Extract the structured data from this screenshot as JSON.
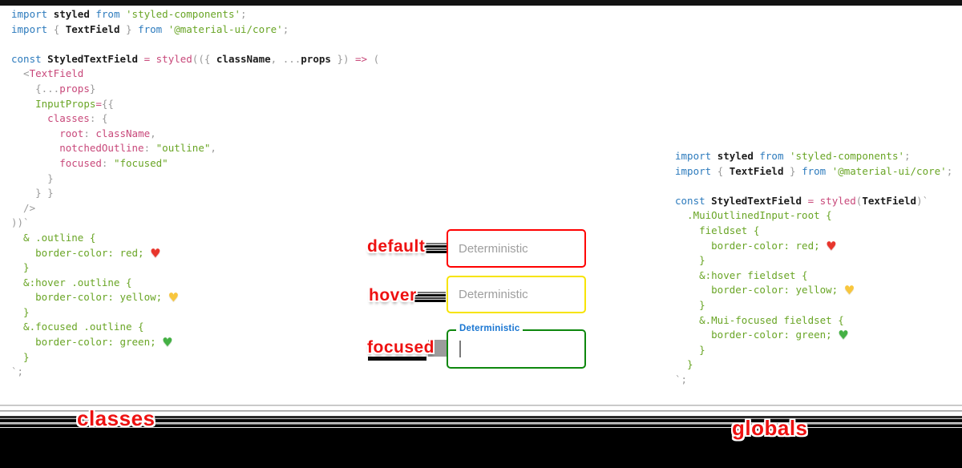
{
  "annotations": {
    "default": "default",
    "hover": "hover",
    "focused": "focused",
    "classes": "classes",
    "globals": "globals"
  },
  "fields": {
    "default": {
      "placeholder": "Deterministic"
    },
    "hover": {
      "placeholder": "Deterministic"
    },
    "focused": {
      "label": "Deterministic",
      "value": ""
    }
  },
  "icons": {
    "red_heart": "♥",
    "yellow_heart": "♥",
    "green_heart": "♥"
  },
  "colors": {
    "default_border": "#ff0000",
    "hover_border": "#f7e400",
    "focused_border": "#0d870d",
    "focused_label": "#1976d2",
    "annotation_red": "#ee1111",
    "keyword_blue": "#2d7bbd",
    "string_green": "#69a525",
    "attr_pink": "#c8487a",
    "punct_gray": "#9a9a9a"
  },
  "code_left": {
    "lines": [
      [
        [
          "import ",
          "k"
        ],
        [
          "styled ",
          "i"
        ],
        [
          "from ",
          "k"
        ],
        [
          "'styled-components'",
          "s"
        ],
        [
          ";",
          "p"
        ]
      ],
      [
        [
          "import ",
          "k"
        ],
        [
          "{ ",
          "p"
        ],
        [
          "TextField",
          "i"
        ],
        [
          " } ",
          "p"
        ],
        [
          "from ",
          "k"
        ],
        [
          "'@material-ui/core'",
          "s"
        ],
        [
          ";",
          "p"
        ]
      ],
      [],
      [
        [
          "const ",
          "k"
        ],
        [
          "StyledTextField ",
          "i"
        ],
        [
          "= ",
          "m"
        ],
        [
          "styled",
          "m"
        ],
        [
          "(({ ",
          "p"
        ],
        [
          "className",
          "i"
        ],
        [
          ", ...",
          "p"
        ],
        [
          "props",
          "i"
        ],
        [
          " }) ",
          "p"
        ],
        [
          "=> ",
          "m"
        ],
        [
          "(",
          "p"
        ]
      ],
      [
        [
          "  <",
          "p"
        ],
        [
          "TextField",
          "m"
        ]
      ],
      [
        [
          "    {...",
          "p"
        ],
        [
          "props",
          "m"
        ],
        [
          "}",
          "p"
        ]
      ],
      [
        [
          "    ",
          "p"
        ],
        [
          "InputProps",
          "g"
        ],
        [
          "=",
          "m"
        ],
        [
          "{{",
          "p"
        ]
      ],
      [
        [
          "      ",
          "p"
        ],
        [
          "classes",
          "m"
        ],
        [
          ": {",
          "p"
        ]
      ],
      [
        [
          "        ",
          "p"
        ],
        [
          "root",
          "m"
        ],
        [
          ": ",
          "p"
        ],
        [
          "className",
          "m"
        ],
        [
          ",",
          "p"
        ]
      ],
      [
        [
          "        ",
          "p"
        ],
        [
          "notchedOutline",
          "m"
        ],
        [
          ": ",
          "p"
        ],
        [
          "\"outline\"",
          "s"
        ],
        [
          ",",
          "p"
        ]
      ],
      [
        [
          "        ",
          "p"
        ],
        [
          "focused",
          "m"
        ],
        [
          ": ",
          "p"
        ],
        [
          "\"focused\"",
          "s"
        ]
      ],
      [
        [
          "      }",
          "p"
        ]
      ],
      [
        [
          "    } }",
          "p"
        ]
      ],
      [
        [
          "  />",
          "p"
        ]
      ],
      [
        [
          "))`",
          "p"
        ]
      ],
      [
        [
          "  & .outline {",
          "c"
        ]
      ],
      [
        [
          "    border-color: red; ",
          "c"
        ],
        [
          "♥",
          "hr"
        ]
      ],
      [
        [
          "  }",
          "c"
        ]
      ],
      [
        [
          "  &:hover .outline {",
          "c"
        ]
      ],
      [
        [
          "    border-color: yellow; ",
          "c"
        ],
        [
          "♥",
          "hy"
        ]
      ],
      [
        [
          "  }",
          "c"
        ]
      ],
      [
        [
          "  &.focused .outline {",
          "c"
        ]
      ],
      [
        [
          "    border-color: green; ",
          "c"
        ],
        [
          "♥",
          "hg"
        ]
      ],
      [
        [
          "  }",
          "c"
        ]
      ],
      [
        [
          "`;",
          "p"
        ]
      ]
    ]
  },
  "code_right": {
    "lines": [
      [
        [
          "import ",
          "k"
        ],
        [
          "styled ",
          "i"
        ],
        [
          "from ",
          "k"
        ],
        [
          "'styled-components'",
          "s"
        ],
        [
          ";",
          "p"
        ]
      ],
      [
        [
          "import ",
          "k"
        ],
        [
          "{ ",
          "p"
        ],
        [
          "TextField",
          "i"
        ],
        [
          " } ",
          "p"
        ],
        [
          "from ",
          "k"
        ],
        [
          "'@material-ui/core'",
          "s"
        ],
        [
          ";",
          "p"
        ]
      ],
      [],
      [
        [
          "const ",
          "k"
        ],
        [
          "StyledTextField ",
          "i"
        ],
        [
          "= ",
          "m"
        ],
        [
          "styled",
          "m"
        ],
        [
          "(",
          "p"
        ],
        [
          "TextField",
          "i"
        ],
        [
          ")`",
          "p"
        ]
      ],
      [
        [
          "  .MuiOutlinedInput-root {",
          "c"
        ]
      ],
      [
        [
          "    fieldset {",
          "c"
        ]
      ],
      [
        [
          "      border-color: red; ",
          "c"
        ],
        [
          "♥",
          "hr"
        ]
      ],
      [
        [
          "    }",
          "c"
        ]
      ],
      [
        [
          "    &:hover fieldset {",
          "c"
        ]
      ],
      [
        [
          "      border-color: yellow; ",
          "c"
        ],
        [
          "♥",
          "hy"
        ]
      ],
      [
        [
          "    }",
          "c"
        ]
      ],
      [
        [
          "    &.Mui-focused fieldset {",
          "c"
        ]
      ],
      [
        [
          "      border-color: green; ",
          "c"
        ],
        [
          "♥",
          "hg"
        ]
      ],
      [
        [
          "    }",
          "c"
        ]
      ],
      [
        [
          "  }",
          "c"
        ]
      ],
      [
        [
          "`;",
          "p"
        ]
      ]
    ]
  }
}
